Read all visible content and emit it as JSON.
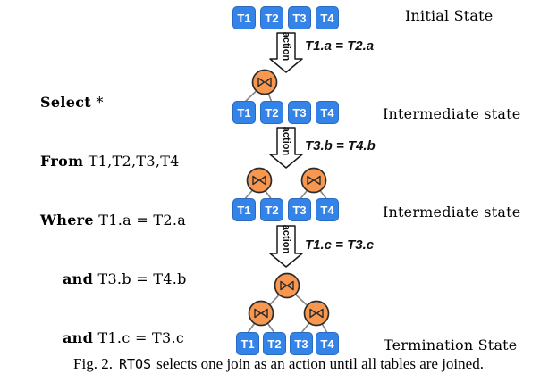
{
  "figure": {
    "caption_prefix": "Fig. 2.",
    "caption_code": "RTOS",
    "caption_rest": "selects one join as an action until all tables are joined."
  },
  "query": {
    "lines": [
      {
        "keyword": "Select",
        "rest": " *"
      },
      {
        "keyword": "From",
        "rest": " T1,T2,T3,T4"
      },
      {
        "keyword": "Where",
        "rest": " T1.a = T2.a"
      },
      {
        "keyword": "and",
        "rest": " T3.b = T4.b"
      },
      {
        "keyword": "and",
        "rest": " T1.c = T3.c"
      }
    ]
  },
  "diagram": {
    "tables": [
      "T1",
      "T2",
      "T3",
      "T4"
    ],
    "states": [
      "Initial State",
      "Intermediate state",
      "Intermediate state",
      "Termination State"
    ],
    "action_label": "action",
    "actions": [
      "T1.a = T2.a",
      "T3.b = T4.b",
      "T1.c = T3.c"
    ],
    "icons": {
      "join_node": "bowtie-join-icon",
      "transition": "down-arrow-icon"
    },
    "colors": {
      "table_fill": "#3383e8",
      "table_text": "#ffffff",
      "join_fill": "#f79750",
      "join_stroke": "#2b2b2b",
      "connector": "#888888",
      "arrow_fill": "#ffffff",
      "arrow_stroke": "#1a1a1a"
    }
  }
}
